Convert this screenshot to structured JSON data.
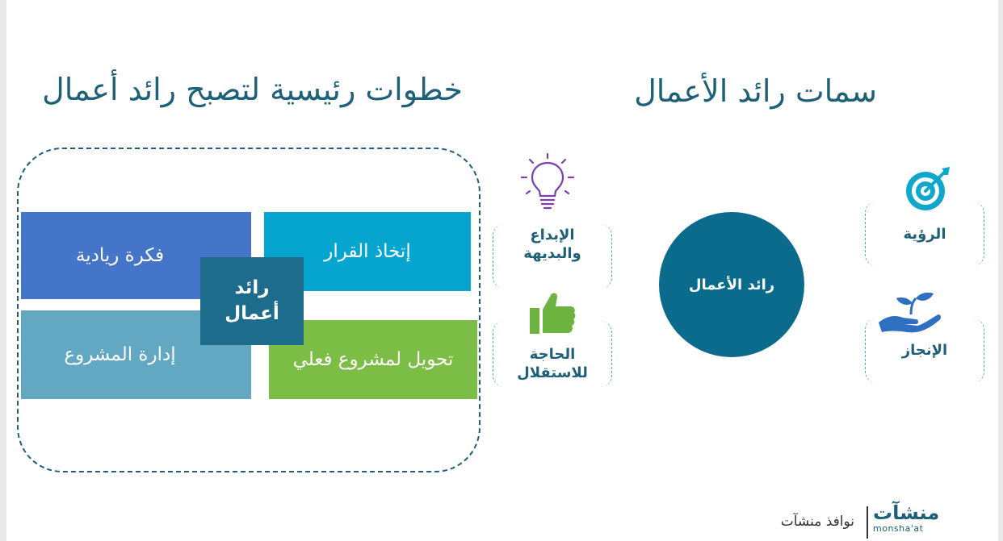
{
  "titles": {
    "steps": "خطوات رئيسية لتصبح رائد أعمال",
    "traits": "سمات رائد الأعمال"
  },
  "steps": {
    "idea": "فكرة ريادية",
    "decision": "إتخاذ القرار",
    "management": "إدارة المشروع",
    "conversion": "تحويل لمشروع فعلي",
    "center_line1": "رائد",
    "center_line2": "أعمال"
  },
  "traits": {
    "center": "رائد الأعمال",
    "creativity_line1": "الإبداع",
    "creativity_line2": "والبديهة",
    "independence_line1": "الحاجة",
    "independence_line2": "للاستقلال",
    "vision": "الرؤية",
    "achievement": "الإنجاز"
  },
  "icons": {
    "creativity": "lightbulb-icon",
    "independence": "thumbs-up-icon",
    "vision": "target-icon",
    "achievement": "hand-plant-icon"
  },
  "footer": {
    "text": "نوافذ منشآت",
    "logo_ar": "منشآت",
    "logo_en": "monsha'at"
  },
  "colors": {
    "title": "#1e6078",
    "idea": "#4575c8",
    "decision": "#06a5cf",
    "management": "#62a8c3",
    "conversion": "#7bbd45",
    "center": "#1e6c8b",
    "circle": "#0b6b8c",
    "bulb": "#7a3fb0",
    "thumb": "#6db33f",
    "target": "#10a7cc",
    "hand": "#2f6fc0"
  }
}
